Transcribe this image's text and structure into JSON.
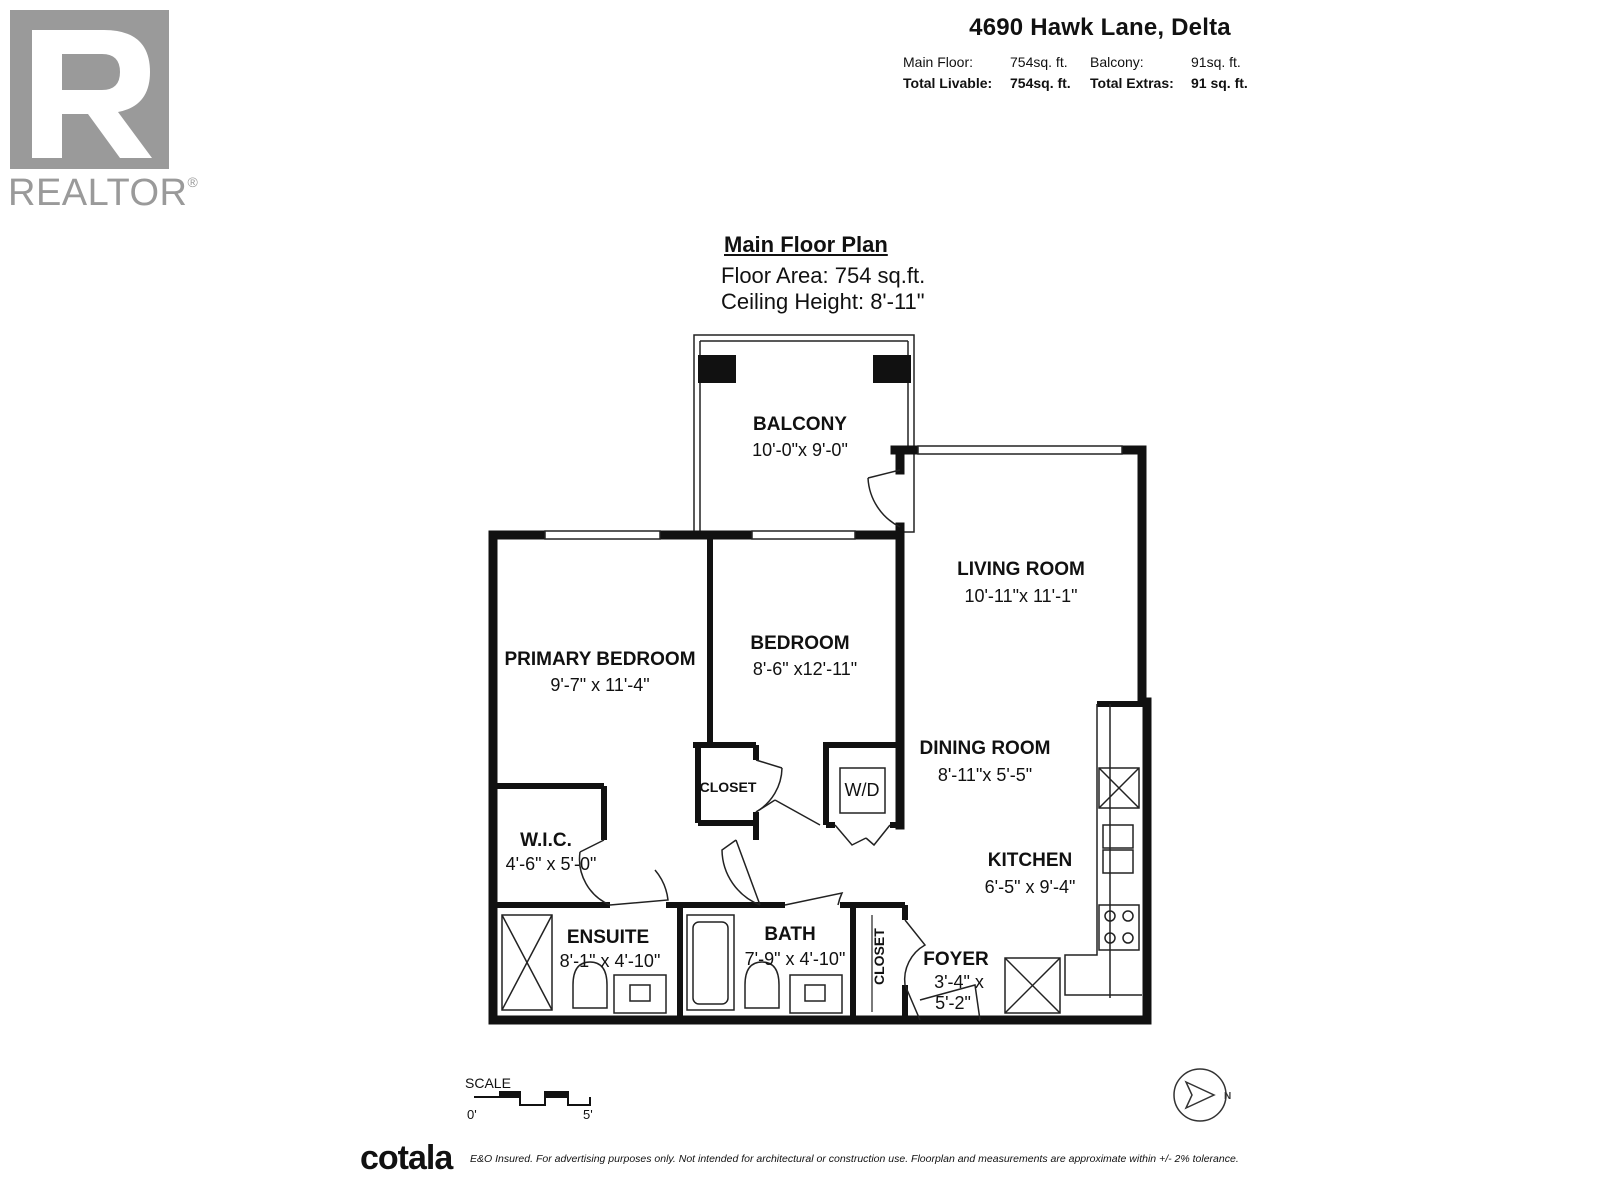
{
  "header": {
    "address": "4690 Hawk Lane, Delta",
    "areas": {
      "main_floor_label": "Main Floor:",
      "main_floor_value": "754sq. ft.",
      "balcony_label": "Balcony:",
      "balcony_value": "91sq. ft.",
      "total_livable_label": "Total Livable:",
      "total_livable_value": "754sq. ft.",
      "total_extras_label": "Total Extras:",
      "total_extras_value": "91 sq. ft."
    }
  },
  "logo": {
    "letter": "R",
    "word": "REALTOR",
    "mark": "®",
    "color": "#9a9a9a"
  },
  "plan": {
    "title": "Main Floor Plan",
    "floor_area": "Floor Area: 754 sq.ft.",
    "ceiling_height": "Ceiling Height: 8'-11\""
  },
  "rooms": {
    "balcony": {
      "name": "BALCONY",
      "dims": "10'-0\"x 9'-0\""
    },
    "living": {
      "name": "LIVING ROOM",
      "dims": "10'-11\"x 11'-1\""
    },
    "primary": {
      "name": "PRIMARY BEDROOM",
      "dims": "9'-7\" x 11'-4\""
    },
    "bedroom": {
      "name": "BEDROOM",
      "dims": "8'-6\" x12'-11\""
    },
    "dining": {
      "name": "DINING ROOM",
      "dims": "8'-11\"x 5'-5\""
    },
    "closet1": {
      "name": "CLOSET"
    },
    "wd": {
      "name": "W/D"
    },
    "wic": {
      "name": "W.I.C.",
      "dims": "4'-6\" x 5'-0\""
    },
    "kitchen": {
      "name": "KITCHEN",
      "dims": "6'-5\" x 9'-4\""
    },
    "ensuite": {
      "name": "ENSUITE",
      "dims": "8'-1\" x 4'-10\""
    },
    "bath": {
      "name": "BATH",
      "dims": "7'-9\" x 4'-10\""
    },
    "closet2": {
      "name": "CLOSET"
    },
    "foyer": {
      "name": "FOYER",
      "dims_1": "3'-4\" x",
      "dims_2": "5'-2\""
    }
  },
  "scale": {
    "label": "SCALE",
    "start": "0'",
    "end": "5'"
  },
  "compass": {
    "label": "N"
  },
  "footer": {
    "brand": "cotala",
    "disclaimer": "E&O Insured. For advertising purposes only. Not intended for architectural or construction use. Floorplan and measurements are approximate within +/- 2% tolerance."
  }
}
